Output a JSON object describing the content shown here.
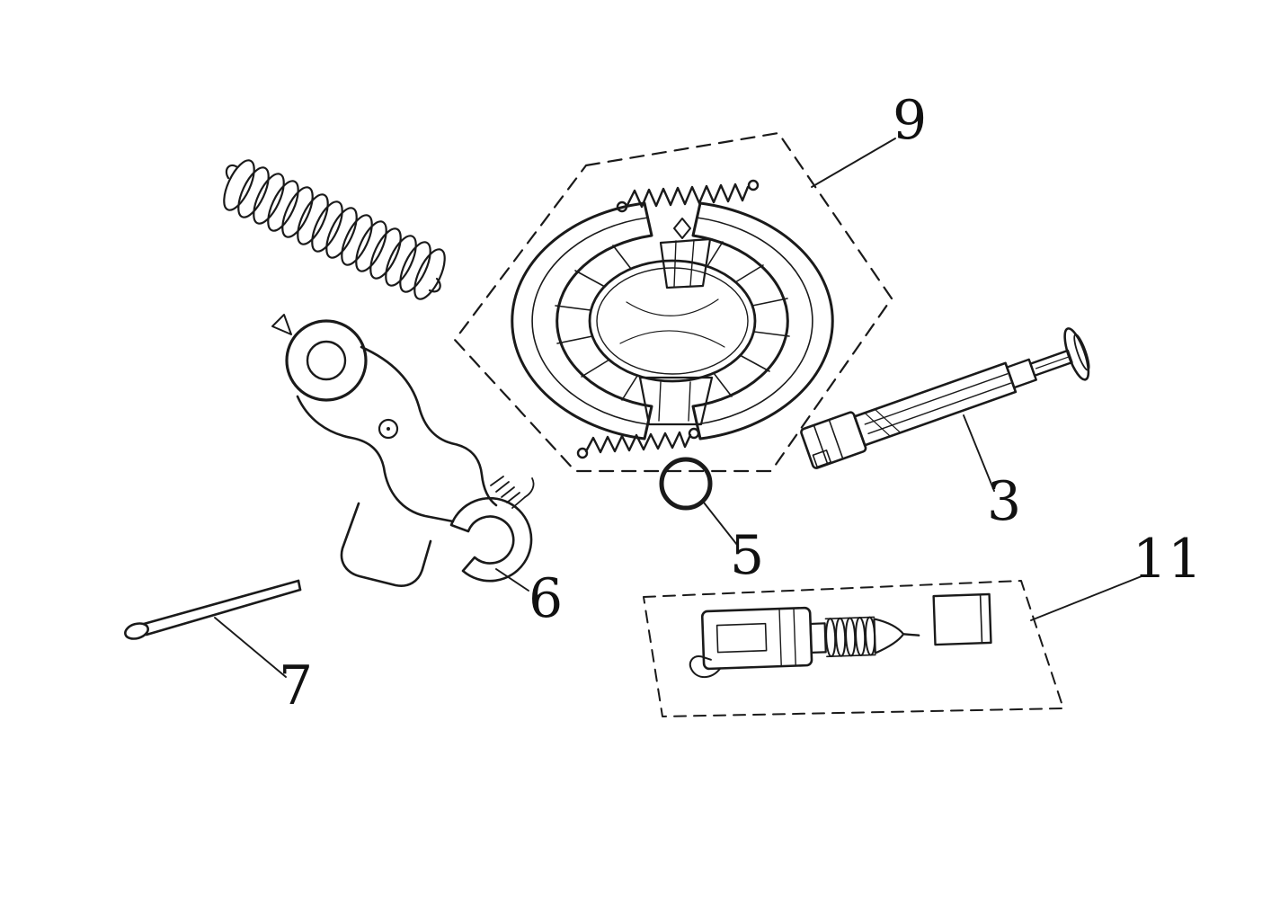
{
  "page": {
    "background_color": "#ffffff",
    "ink_color": "#1a1a1a"
  },
  "diagram": {
    "type": "exploded-parts-line-drawing",
    "callouts": {
      "c3": "3",
      "c5": "5",
      "c6": "6",
      "c7": "7",
      "c9": "9",
      "c11": "11"
    }
  }
}
